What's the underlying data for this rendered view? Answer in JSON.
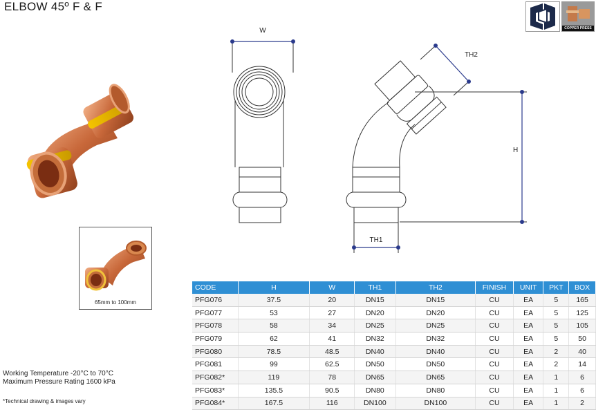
{
  "title": "ELBOW 45º F & F",
  "logo": {
    "photo_caption": "COPPER PRESS"
  },
  "thumb_caption": "65mm to 100mm",
  "drawing_labels": {
    "w": "W",
    "th2": "TH2",
    "h": "H",
    "th1": "TH1"
  },
  "table": {
    "headers": [
      "CODE",
      "H",
      "W",
      "TH1",
      "TH2",
      "FINISH",
      "UNIT",
      "PKT",
      "BOX"
    ],
    "rows": [
      [
        "PFG076",
        "37.5",
        "20",
        "DN15",
        "DN15",
        "CU",
        "EA",
        "5",
        "165"
      ],
      [
        "PFG077",
        "53",
        "27",
        "DN20",
        "DN20",
        "CU",
        "EA",
        "5",
        "125"
      ],
      [
        "PFG078",
        "58",
        "34",
        "DN25",
        "DN25",
        "CU",
        "EA",
        "5",
        "105"
      ],
      [
        "PFG079",
        "62",
        "41",
        "DN32",
        "DN32",
        "CU",
        "EA",
        "5",
        "50"
      ],
      [
        "PFG080",
        "78.5",
        "48.5",
        "DN40",
        "DN40",
        "CU",
        "EA",
        "2",
        "40"
      ],
      [
        "PFG081",
        "99",
        "62.5",
        "DN50",
        "DN50",
        "CU",
        "EA",
        "2",
        "14"
      ],
      [
        "PFG082*",
        "119",
        "78",
        "DN65",
        "DN65",
        "CU",
        "EA",
        "1",
        "6"
      ],
      [
        "PFG083*",
        "135.5",
        "90.5",
        "DN80",
        "DN80",
        "CU",
        "EA",
        "1",
        "6"
      ],
      [
        "PFG084*",
        "167.5",
        "116",
        "DN100",
        "DN100",
        "CU",
        "EA",
        "1",
        "2"
      ]
    ]
  },
  "notes": {
    "working_temperature": "Working Temperature  -20°C to 70°C",
    "max_pressure": "Maximum Pressure Rating  1600 kPa"
  },
  "footnote": "*Technical drawing & images vary"
}
